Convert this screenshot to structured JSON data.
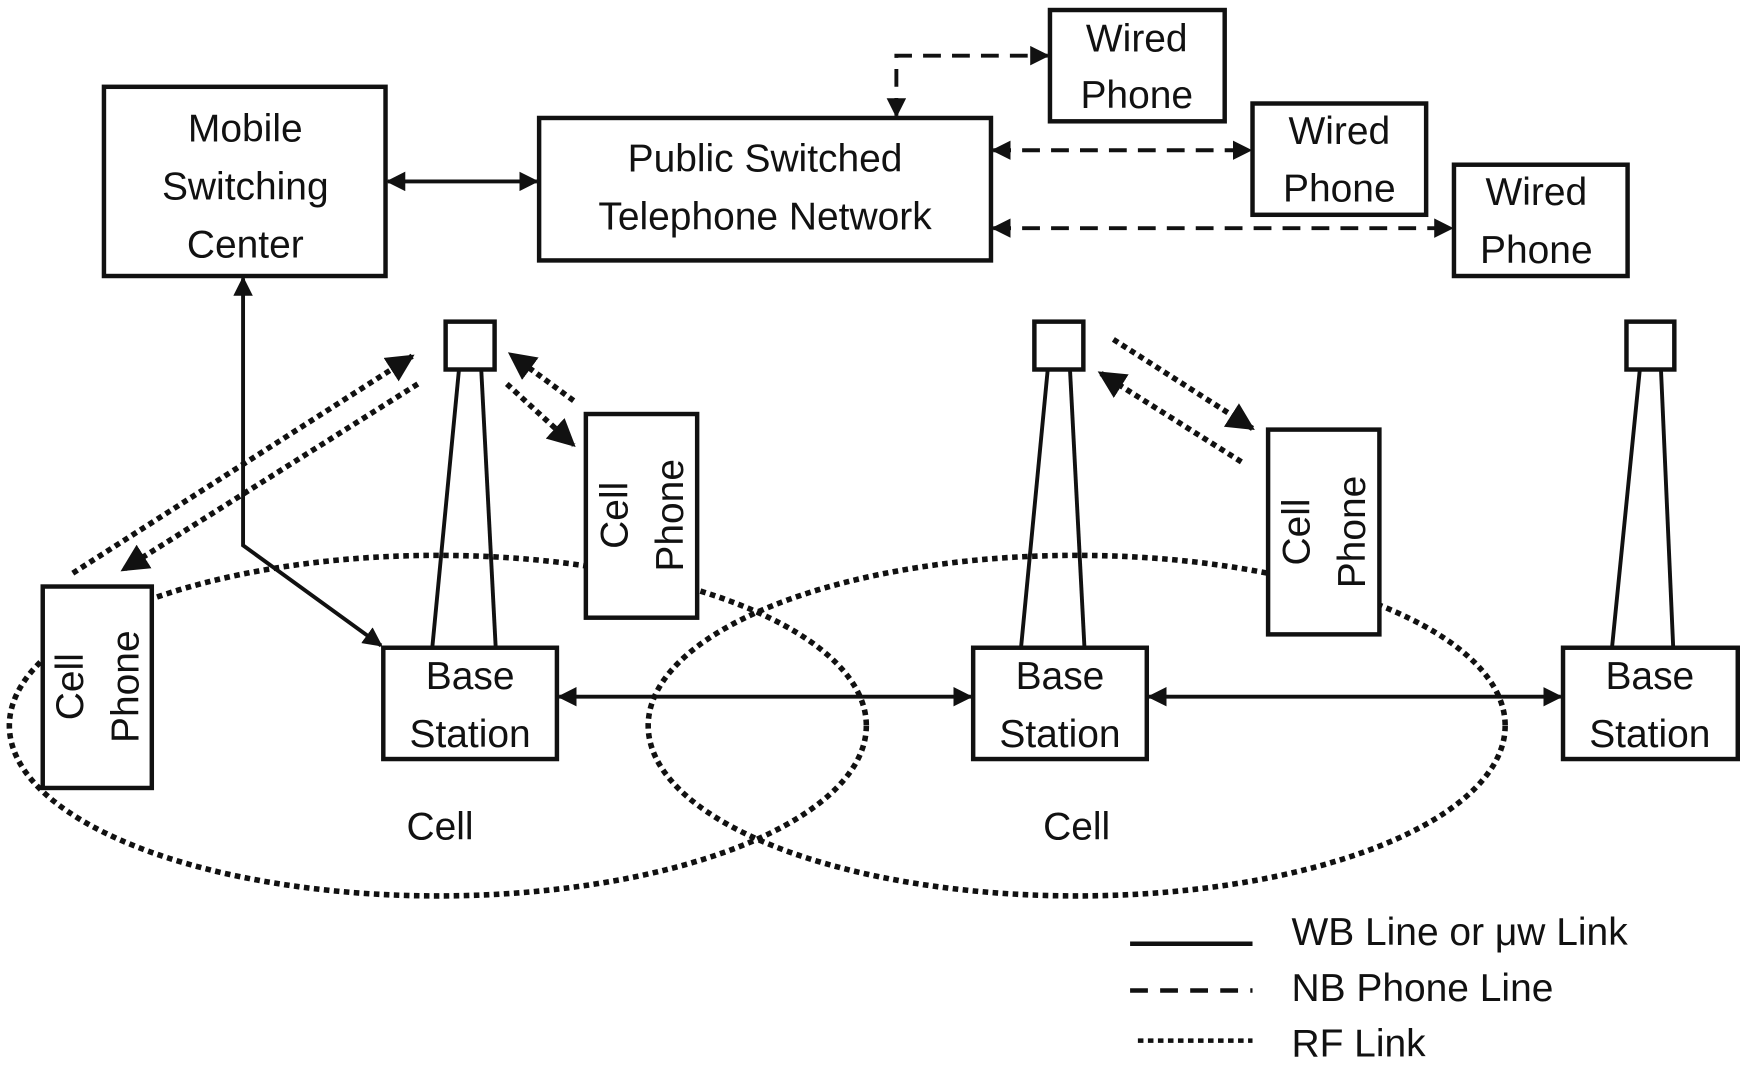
{
  "nodes": {
    "msc": [
      "Mobile",
      "Switching",
      "Center"
    ],
    "pstn": [
      "Public Switched",
      "Telephone Network"
    ],
    "wired_phone": [
      "Wired",
      "Phone"
    ],
    "base_station": [
      "Base",
      "Station"
    ],
    "cell_phone": [
      "Cell",
      "Phone"
    ],
    "cell": "Cell"
  },
  "legend": [
    {
      "style": "solid",
      "label": "WB Line or μw Link"
    },
    {
      "style": "dashed",
      "label": "NB Phone Line"
    },
    {
      "style": "dotted",
      "label": "RF Link"
    }
  ],
  "colors": {
    "line": "#111111",
    "background": "#ffffff"
  }
}
